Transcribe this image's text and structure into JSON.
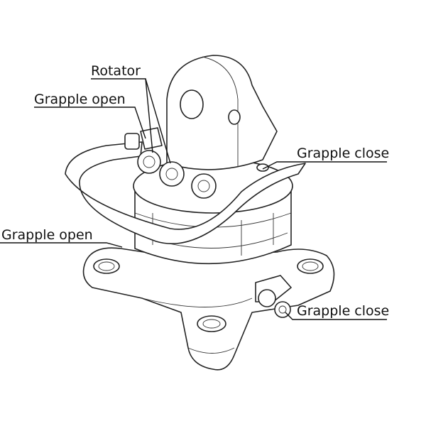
{
  "labels": {
    "rotator": "Rotator",
    "grapple_open_top": "Grapple open",
    "grapple_close_right": "Grapple close",
    "grapple_open_left": "Grapple open",
    "grapple_close_bottom": "Grapple close"
  }
}
